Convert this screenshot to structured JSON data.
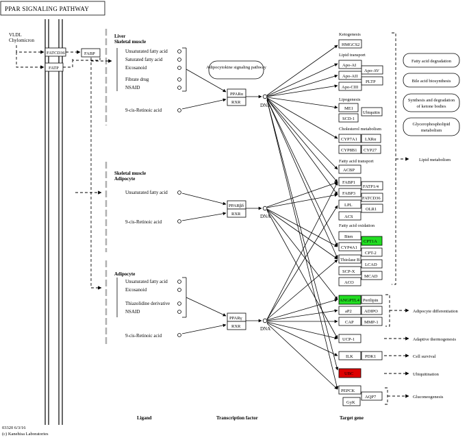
{
  "title": "PPAR SIGNALING PATHWAY",
  "colors": {
    "highlight_green": "#22dd22",
    "highlight_red": "#dd0000",
    "dashed_gray": "#b0b0b0"
  },
  "membrane": {
    "vldl": "VLDL",
    "chylomicron": "Chylomicron",
    "fatcd36": "FATCD36",
    "fatp": "FATP",
    "fabp": "FABP"
  },
  "tissues": {
    "liver": "Liver",
    "skeletal_muscle_1": "Skeletal muscle",
    "skeletal_muscle_2": "Skeletal muscle",
    "adipocyte_1": "Adipocyte",
    "adipocyte_2": "Adipocyte"
  },
  "ligands": {
    "alpha": [
      "Unsaturated fatty acid",
      "Saturated fatty acid",
      "Eicosanoid",
      "Fibrate drug",
      "NSAID"
    ],
    "alpha_retinoic": "9-cis-Retinoic acid",
    "beta": [
      "Unsaturated fatty acid"
    ],
    "beta_retinoic": "9-cis-Retinoic acid",
    "gamma": [
      "Unsaturated fatty acid",
      "Eicosanoid",
      "Thiazolidine derivative",
      "NSAID"
    ],
    "gamma_retinoic": "9-cis-Retinoic acid"
  },
  "adipocytokine": "Adipocytokine signaling pathway",
  "tf": {
    "ppara": "PPARα",
    "pparbd": "PPARβδ",
    "pparg": "PPARγ",
    "rxr": "RXR",
    "dna": "DNA"
  },
  "groups": {
    "ketogenesis": "Ketogenesis",
    "lipid_transport": "Lipid transport",
    "lipogenesis": "Lipogenesis",
    "cholesterol": "Cholesterol metabolism",
    "fatty_acid_transport": "Fatty acid transport",
    "fatty_acid_oxidation": "Fatty acid oxidation"
  },
  "genes": {
    "hmgcs2": "HMGCS2",
    "apoa1": "Apo-AI",
    "apoa2": "Apo-AII",
    "apoav": "Apo-AV",
    "apocii": "Apo-CIII",
    "pltp": "PLTP",
    "me1": "ME1",
    "scd1": "SCD-1",
    "ubiquitin_ligase": "Ubiquitin",
    "cyp7a1": "CYP7A1",
    "cyp8b1": "CYP8B1",
    "lxra": "LXRα",
    "cyp27": "CYP27",
    "acbp": "ACBP",
    "fabp1": "FABP1",
    "fabp3": "FABP3",
    "fatp14": "FATP1/4",
    "fatcd36": "FATCD36",
    "lpl": "LPL",
    "olr1": "OLR1",
    "acs": "ACS",
    "bien": "Bien",
    "cpt1a": "CPT1A",
    "cyp4a1": "CYP4A1",
    "cpt2": "CPT-2",
    "thiolase_b": "Thiolase B",
    "lcad": "LCAD",
    "scpx": "SCP-X",
    "mcad": "MCAD",
    "aco": "ACO",
    "angptl4": "ANGPTL4",
    "perilipin": "Perilipin",
    "ap2": "aP2",
    "adipo": "ADIPO",
    "cap": "CAP",
    "mmp1": "MMP-1",
    "ucp1": "UCP-1",
    "ilk": "ILK",
    "pdk1": "PDK1",
    "ubc": "UBC",
    "pepck": "PEPCK",
    "gyk": "GyK",
    "aqp7": "AQP7"
  },
  "outcomes": {
    "fatty_acid_degradation": "Fatty acid degradation",
    "bile_acid_biosynthesis": "Bile acid biosynthesis",
    "synthesis_degradation_ketone": [
      "Synthesis and degradation",
      "of ketone bodies"
    ],
    "glycerophospholipid": [
      "Glycerophospholipid",
      "metabolism"
    ],
    "lipid_metabolism": "Lipid metabolism",
    "adipocyte_differentiation": "Adipocyte differentiation",
    "adaptive_thermogenesis": "Adaptive thermogenesis",
    "cell_survival": "Cell survival",
    "ubiquitination": "Ubiquitination",
    "gluconeogenesis": "Gluconeogenesis"
  },
  "columns": {
    "ligand": "Ligand",
    "tf": "Transcription factor",
    "target": "Target gene"
  },
  "footer": [
    "03320 6/3/16",
    "(c) Kanehisa Laboratories"
  ]
}
